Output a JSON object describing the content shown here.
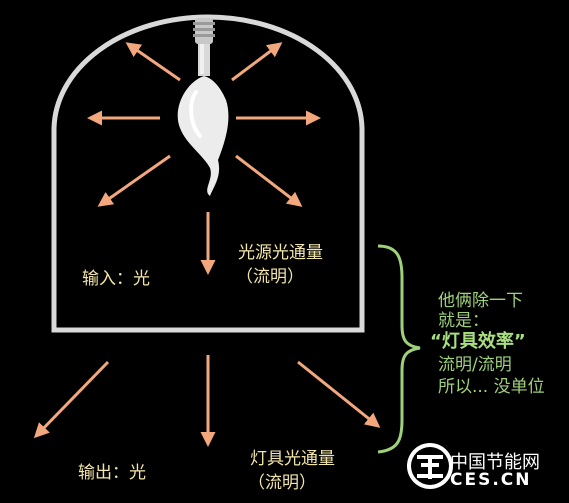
{
  "labels": {
    "input": "输入：光",
    "source_flux": "光源光通量",
    "source_flux_unit": "（流明）",
    "output": "输出：光",
    "fixture_flux": "灯具光通量",
    "fixture_flux_unit": "（流明）"
  },
  "note": {
    "line1": "他俩除一下",
    "line2": "就是：",
    "line3": "“灯具效率”",
    "line4": "流明/流明",
    "line5": "所以... 没单位"
  },
  "logo": {
    "title": "中国节能网",
    "domain": "CES.CN"
  },
  "colors": {
    "arrow": "#f2a77d",
    "frame": "#d9d9d9",
    "brace": "#9fd07a"
  }
}
